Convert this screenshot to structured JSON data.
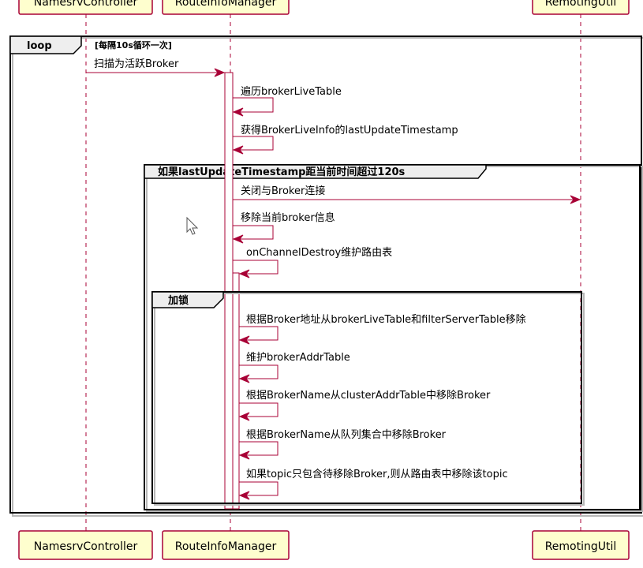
{
  "participants": {
    "namesrv": "NamesrvController",
    "route": "RouteInfoManager",
    "remoting": "RemotingUtil"
  },
  "frames": {
    "loop": {
      "keyword": "loop",
      "condition": "[每隔10s循环一次]"
    },
    "alt": {
      "label": "如果lastUpdateTimestamp距当前时间超过120s"
    },
    "group": {
      "label": "加锁"
    }
  },
  "messages": {
    "scan": "扫描为活跃Broker",
    "traverse": "遍历brokerLiveTable",
    "get_ts": "获得BrokerLiveInfo的lastUpdateTimestamp",
    "close_conn": "关闭与Broker连接",
    "remove_info": "移除当前broker信息",
    "on_destroy": "onChannelDestroy维护路由表",
    "remove_addr": "根据Broker地址从brokerLiveTable和filterServerTable移除",
    "maintain_addr": "维护brokerAddrTable",
    "remove_cluster": "根据BrokerName从clusterAddrTable中移除Broker",
    "remove_queue": "根据BrokerName从队列集合中移除Broker",
    "remove_topic": "如果topic只包含待移除Broker,则从路由表中移除该topic"
  },
  "colors": {
    "participant_fill": "#FEFECE",
    "line": "#A80036",
    "tab_fill": "#EEEEEE"
  }
}
